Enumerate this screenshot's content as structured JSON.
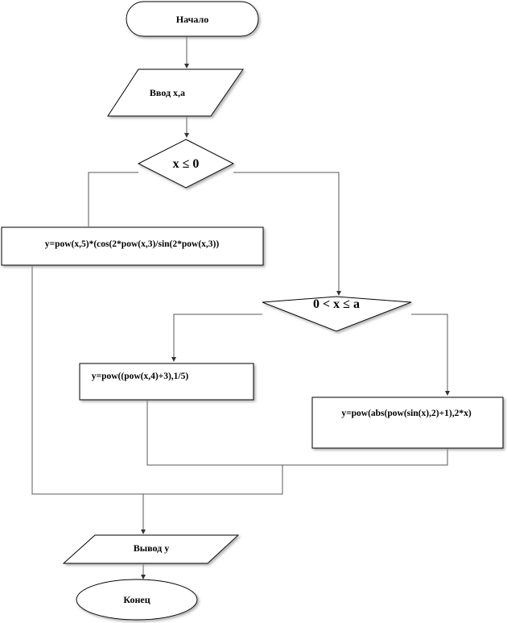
{
  "flowchart": {
    "start": {
      "label": "Начало"
    },
    "input": {
      "label": "Ввод x,a"
    },
    "cond1": {
      "label": "x ≤ 0"
    },
    "process1": {
      "label": "y=pow(x,5)*(cos(2*pow(x,3)/sin(2*pow(x,3))"
    },
    "cond2": {
      "label": "0 < x ≤ a"
    },
    "process2": {
      "label": "y=pow((pow(x,4)+3),1/5)"
    },
    "process3": {
      "label": "y=pow(abs(pow(sin(x),2)+1),2*x)"
    },
    "output": {
      "label": "Вывод y"
    },
    "end": {
      "label": "Конец"
    }
  }
}
